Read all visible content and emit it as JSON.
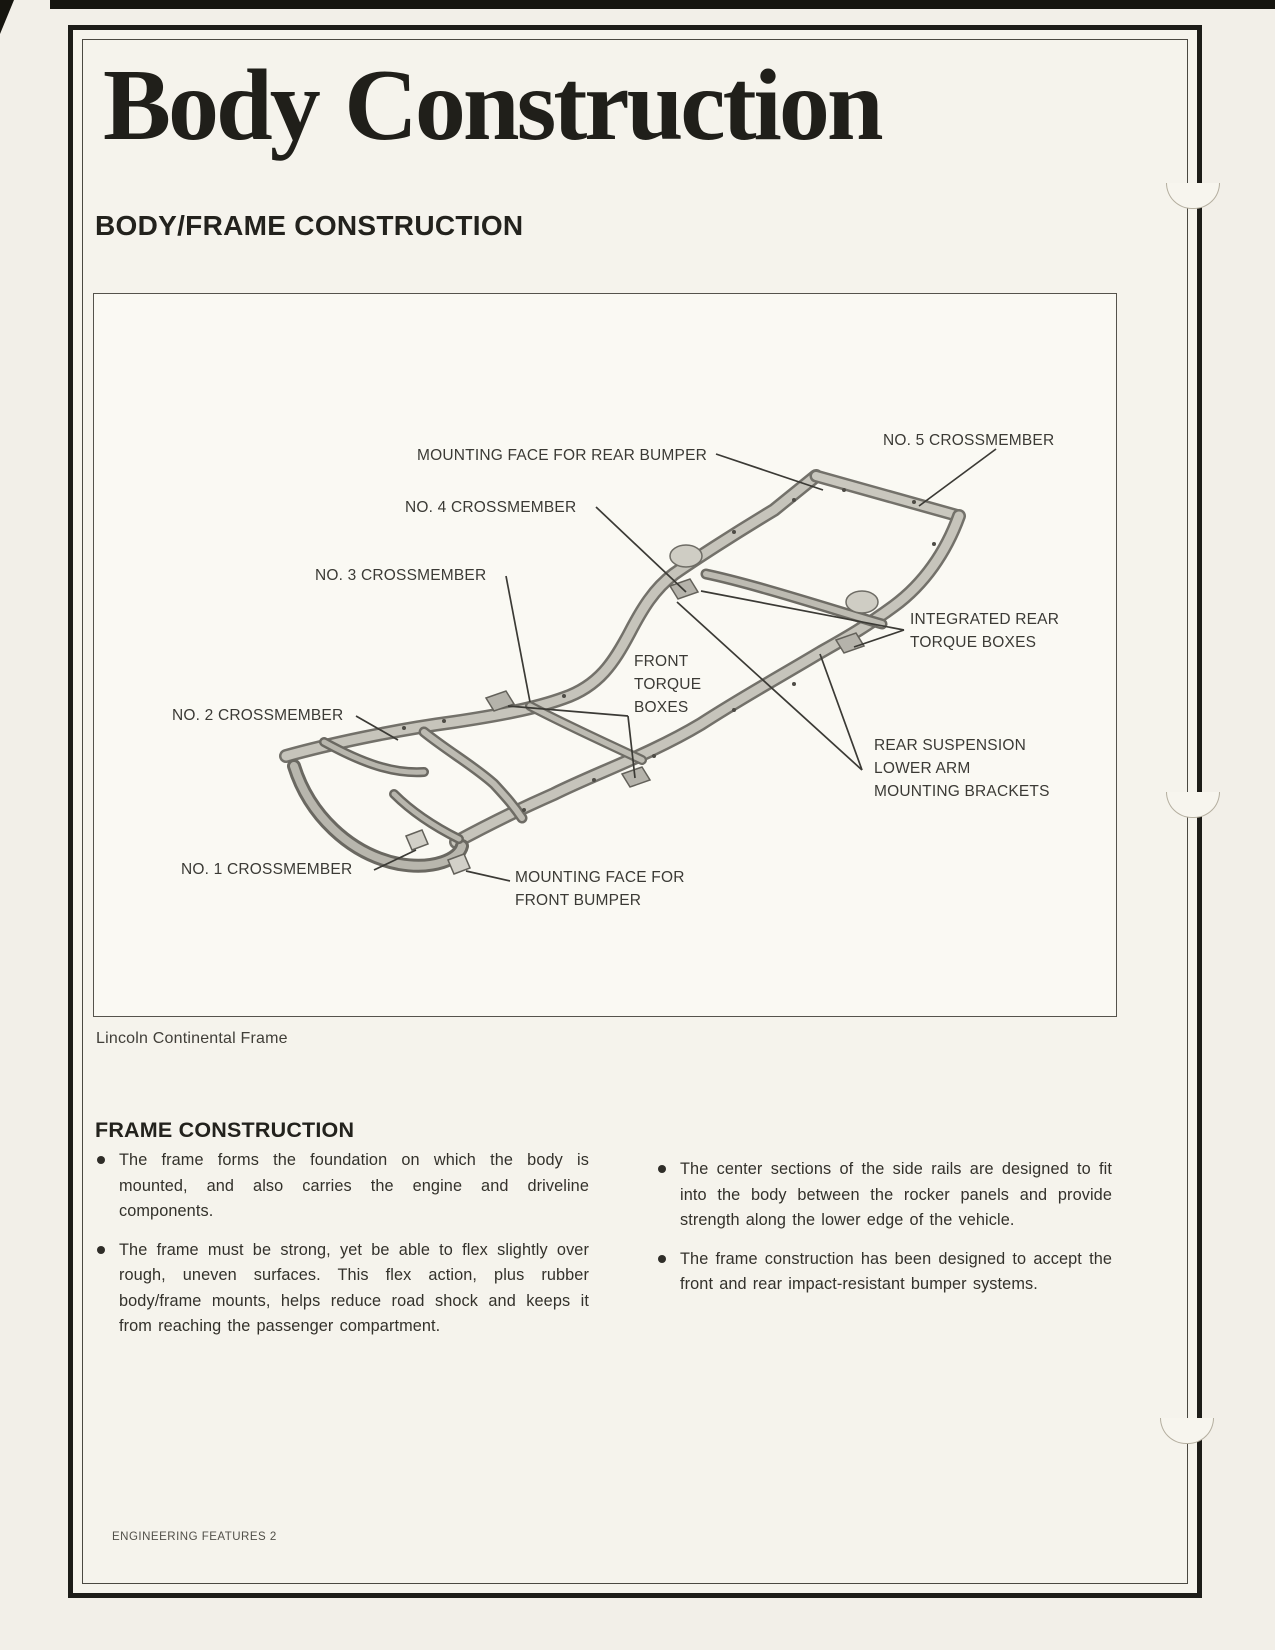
{
  "page": {
    "title": "Body Construction",
    "section_heading": "BODY/FRAME CONSTRUCTION",
    "footer_text": "ENGINEERING FEATURES 2"
  },
  "figure": {
    "caption": "Lincoln Continental Frame",
    "labels": {
      "mounting_face_rear_bumper": "MOUNTING FACE FOR REAR BUMPER",
      "no5_crossmember": "NO. 5 CROSSMEMBER",
      "no4_crossmember": "NO. 4 CROSSMEMBER",
      "no3_crossmember": "NO. 3 CROSSMEMBER",
      "front_torque_boxes": "FRONT\nTORQUE\nBOXES",
      "no2_crossmember": "NO. 2 CROSSMEMBER",
      "integrated_rear_torque_boxes": "INTEGRATED REAR\nTORQUE BOXES",
      "rear_suspension_brackets": "REAR SUSPENSION\nLOWER ARM\nMOUNTING BRACKETS",
      "no1_crossmember": "NO. 1 CROSSMEMBER",
      "mounting_face_front_bumper": "MOUNTING FACE FOR\nFRONT BUMPER"
    }
  },
  "frame_construction": {
    "heading": "FRAME CONSTRUCTION",
    "left_bullets": [
      "The frame forms the foundation on which the body is mounted, and also carries the engine and driveline components.",
      "The frame must be strong, yet be able to flex slightly over rough, uneven surfaces. This flex action, plus rubber body/frame mounts, helps reduce road shock and keeps it from reaching the passenger compartment."
    ],
    "right_bullets": [
      "The center sections of the side rails are designed to fit into the body between the rocker panels and provide strength along the lower edge of the vehicle.",
      "The frame construction has been designed to accept the front and rear impact-resistant bumper systems."
    ]
  },
  "colors": {
    "paper": "#f2efe8",
    "ink": "#23221d",
    "border": "#1d1c18",
    "frame_metal": "#c6c4bb"
  }
}
